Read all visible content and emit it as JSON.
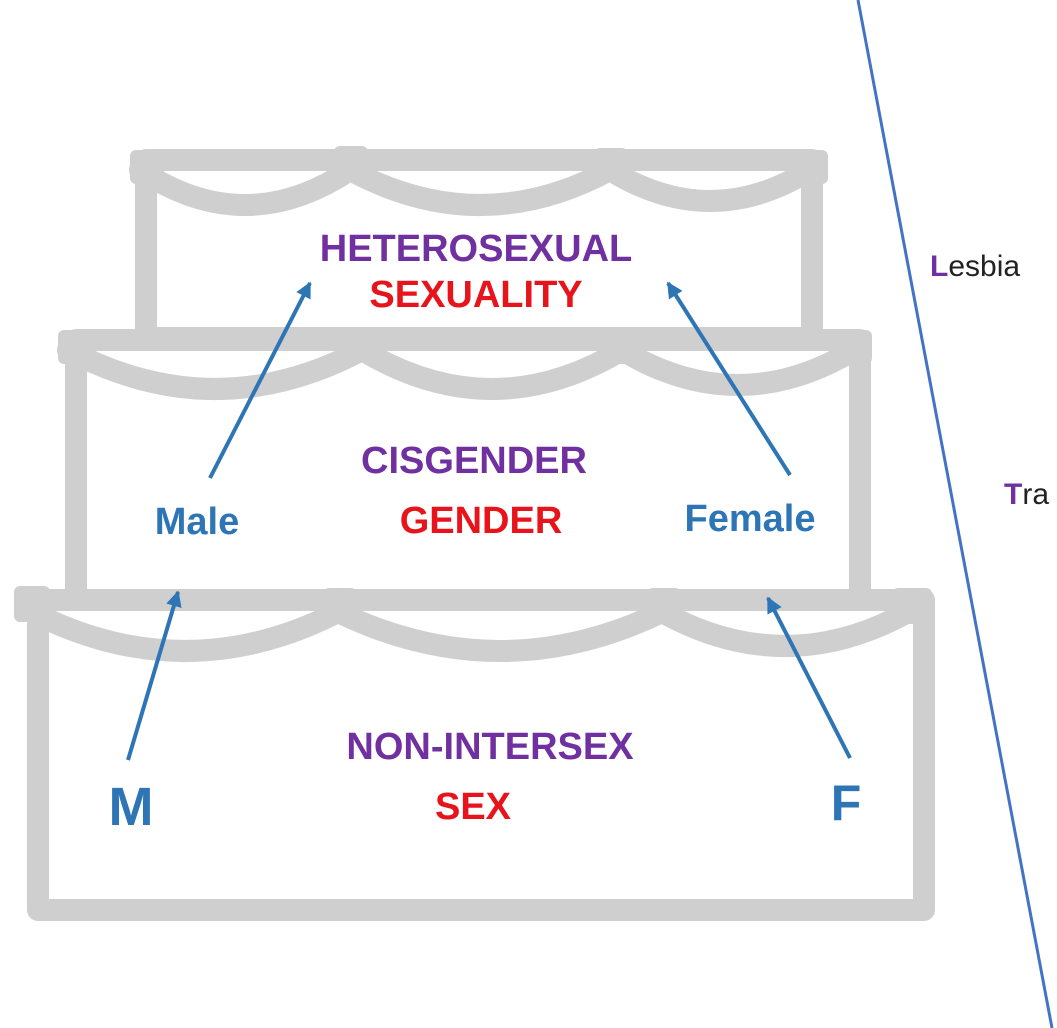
{
  "colors": {
    "cake": "#cfcfcf",
    "category": "#7030a0",
    "layer_name": "#e8141b",
    "arrow": "#2e75b6",
    "divider": "#4472c4"
  },
  "cake": {
    "top_tier": {
      "category": "HETEROSEXUAL",
      "layer": "SEXUALITY"
    },
    "middle_tier": {
      "category": "CISGENDER",
      "layer": "GENDER",
      "left": "Male",
      "right": "Female"
    },
    "bottom_tier": {
      "category": "NON-INTERSEX",
      "layer": "SEX",
      "left": "M",
      "right": "F"
    }
  },
  "side_list": [
    {
      "initial": "L",
      "rest": "esbia"
    },
    {
      "initial": "T",
      "rest": "ra"
    }
  ]
}
